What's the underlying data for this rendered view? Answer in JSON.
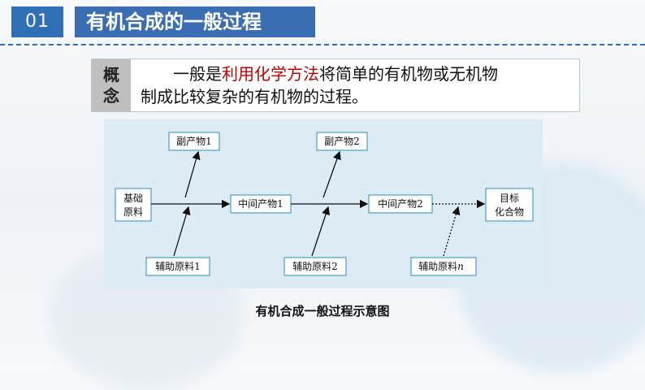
{
  "header": {
    "section_number": "01",
    "title": "有机合成的一般过程"
  },
  "concept": {
    "tag_line1": "概",
    "tag_line2": "念",
    "text_before": "一般是",
    "text_highlight": "利用化学方法",
    "text_after_line1": "将简单的有机物或无机物",
    "text_line2": "制成比较复杂的有机物的过程。"
  },
  "diagram": {
    "start": {
      "line1": "基础",
      "line2": "原料"
    },
    "intermediate1": "中间产物1",
    "intermediate2": "中间产物2",
    "target": {
      "line1": "目标",
      "line2": "化合物"
    },
    "byproduct1": "副产物1",
    "byproduct2": "副产物2",
    "aux1": "辅助原料1",
    "aux2": "辅助原料2",
    "auxn": "辅助原料",
    "auxn_suffix": "n"
  },
  "caption": "有机合成一般过程示意图",
  "colors": {
    "accent": "#2f6fb5",
    "highlight": "#c00000",
    "diagram_bg": "#dcebf4",
    "node_border": "#2a8fb8"
  }
}
